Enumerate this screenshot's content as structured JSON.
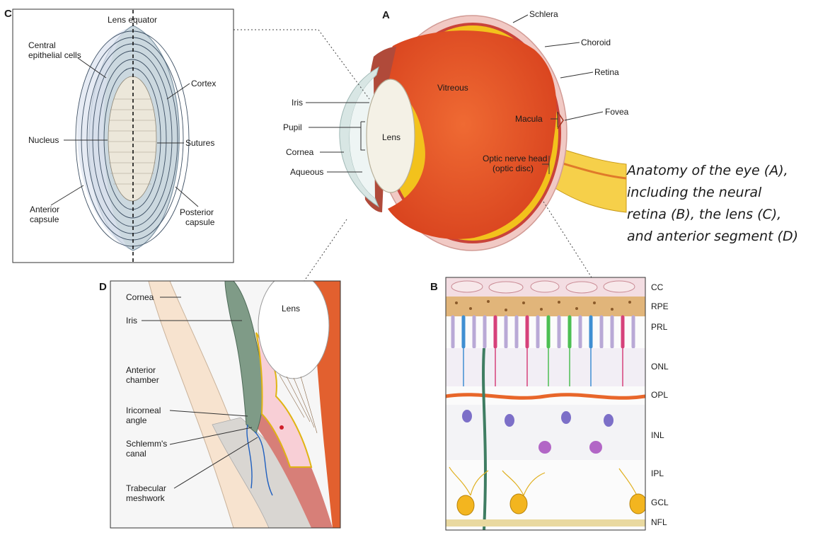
{
  "caption": {
    "lines": [
      "Anatomy of the eye (A),",
      "including the neural",
      "retina (B), the lens (C),",
      "and anterior segment (D)"
    ]
  },
  "panel_a": {
    "letter": "A",
    "labels": {
      "schlera": "Schlera",
      "choroid": "Choroid",
      "retina": "Retina",
      "vitreous": "Vitreous",
      "macula": "Macula",
      "fovea": "Fovea",
      "iris": "Iris",
      "pupil": "Pupil",
      "lens": "Lens",
      "cornea": "Cornea",
      "aqueous": "Aqueous",
      "optic_nerve_head_1": "Optic nerve head",
      "optic_nerve_head_2": "(optic disc)"
    }
  },
  "panel_b": {
    "letter": "B",
    "layers": [
      "CC",
      "RPE",
      "PRL",
      "ONL",
      "OPL",
      "INL",
      "IPL",
      "GCL",
      "NFL"
    ]
  },
  "panel_c": {
    "letter": "C",
    "labels": {
      "lens_equator": "Lens equator",
      "central_epithelial_1": "Central",
      "central_epithelial_2": "epithelial cells",
      "cortex": "Cortex",
      "nucleus": "Nucleus",
      "sutures": "Sutures",
      "anterior_capsule_1": "Anterior",
      "anterior_capsule_2": "capsule",
      "posterior_capsule_1": "Posterior",
      "posterior_capsule_2": "capsule"
    }
  },
  "panel_d": {
    "letter": "D",
    "labels": {
      "cornea": "Cornea",
      "lens": "Lens",
      "iris": "Iris",
      "anterior_chamber_1": "Anterior",
      "anterior_chamber_2": "chamber",
      "iricorneal_angle_1": "Iricorneal",
      "iricorneal_angle_2": "angle",
      "schlemms_canal_1": "Schlemm's",
      "schlemms_canal_2": "canal",
      "trabecular_meshwork_1": "Trabecular",
      "trabecular_meshwork_2": "meshwork"
    }
  },
  "colors": {
    "vitreous": "#e2552a",
    "sclera": "#f1c9c4",
    "choroid": "#c9433a",
    "retina": "#f2c21c",
    "lens": "#f4f1e6",
    "cornea": "#d8e6e4",
    "optic_nerve": "#f6d04a"
  }
}
